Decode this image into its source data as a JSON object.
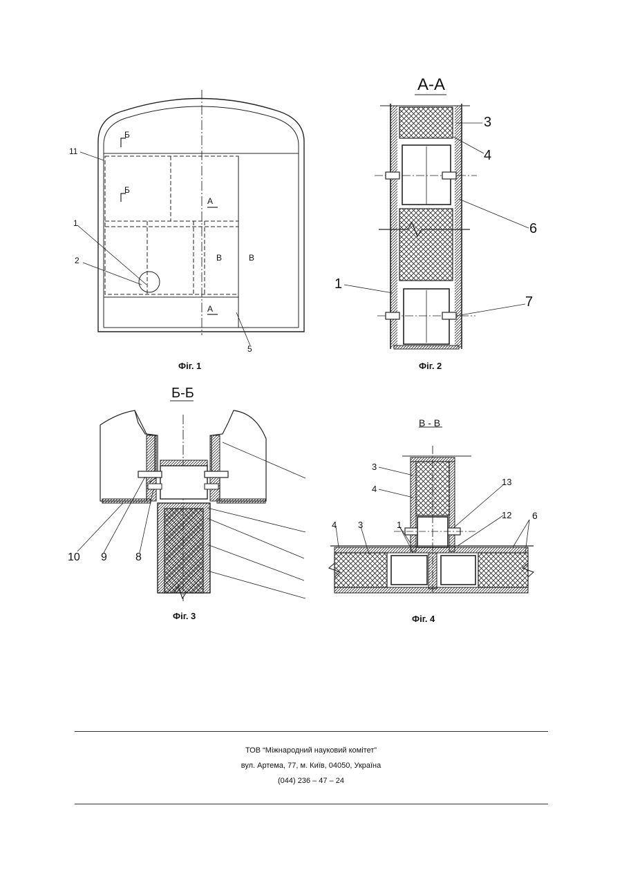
{
  "figures": {
    "fig1": {
      "caption": "Фіг. 1",
      "labels": {
        "leader_11": "11",
        "leader_1": "1",
        "leader_2": "2",
        "leader_5": "5",
        "section_b_top": "Б",
        "section_b_mid": "Б",
        "section_a_top": "А",
        "section_a_bottom": "А",
        "section_v_left": "В",
        "section_v_right": "В"
      }
    },
    "fig2": {
      "caption": "Фіг. 2",
      "title": "А-А",
      "labels": {
        "leader_3": "3",
        "leader_4": "4",
        "leader_6": "6",
        "leader_1": "1",
        "leader_7": "7"
      }
    },
    "fig3": {
      "caption": "Фіг. 3",
      "title": "Б-Б",
      "labels": {
        "leader_10": "10",
        "leader_9": "9",
        "leader_8": "8"
      }
    },
    "fig4": {
      "caption": "Фіг. 4",
      "title": "В - В",
      "labels": {
        "leader_3_top": "3",
        "leader_4_top": "4",
        "leader_4_left": "4",
        "leader_3_left": "3",
        "leader_1": "1",
        "leader_13": "13",
        "leader_12": "12",
        "leader_6": "6"
      }
    }
  },
  "footer": {
    "company": "ТОВ “Міжнародний науковий комітет”",
    "address": "вул. Артема, 77, м. Київ, 04050, Україна",
    "phone": "(044) 236 – 47 – 24"
  }
}
